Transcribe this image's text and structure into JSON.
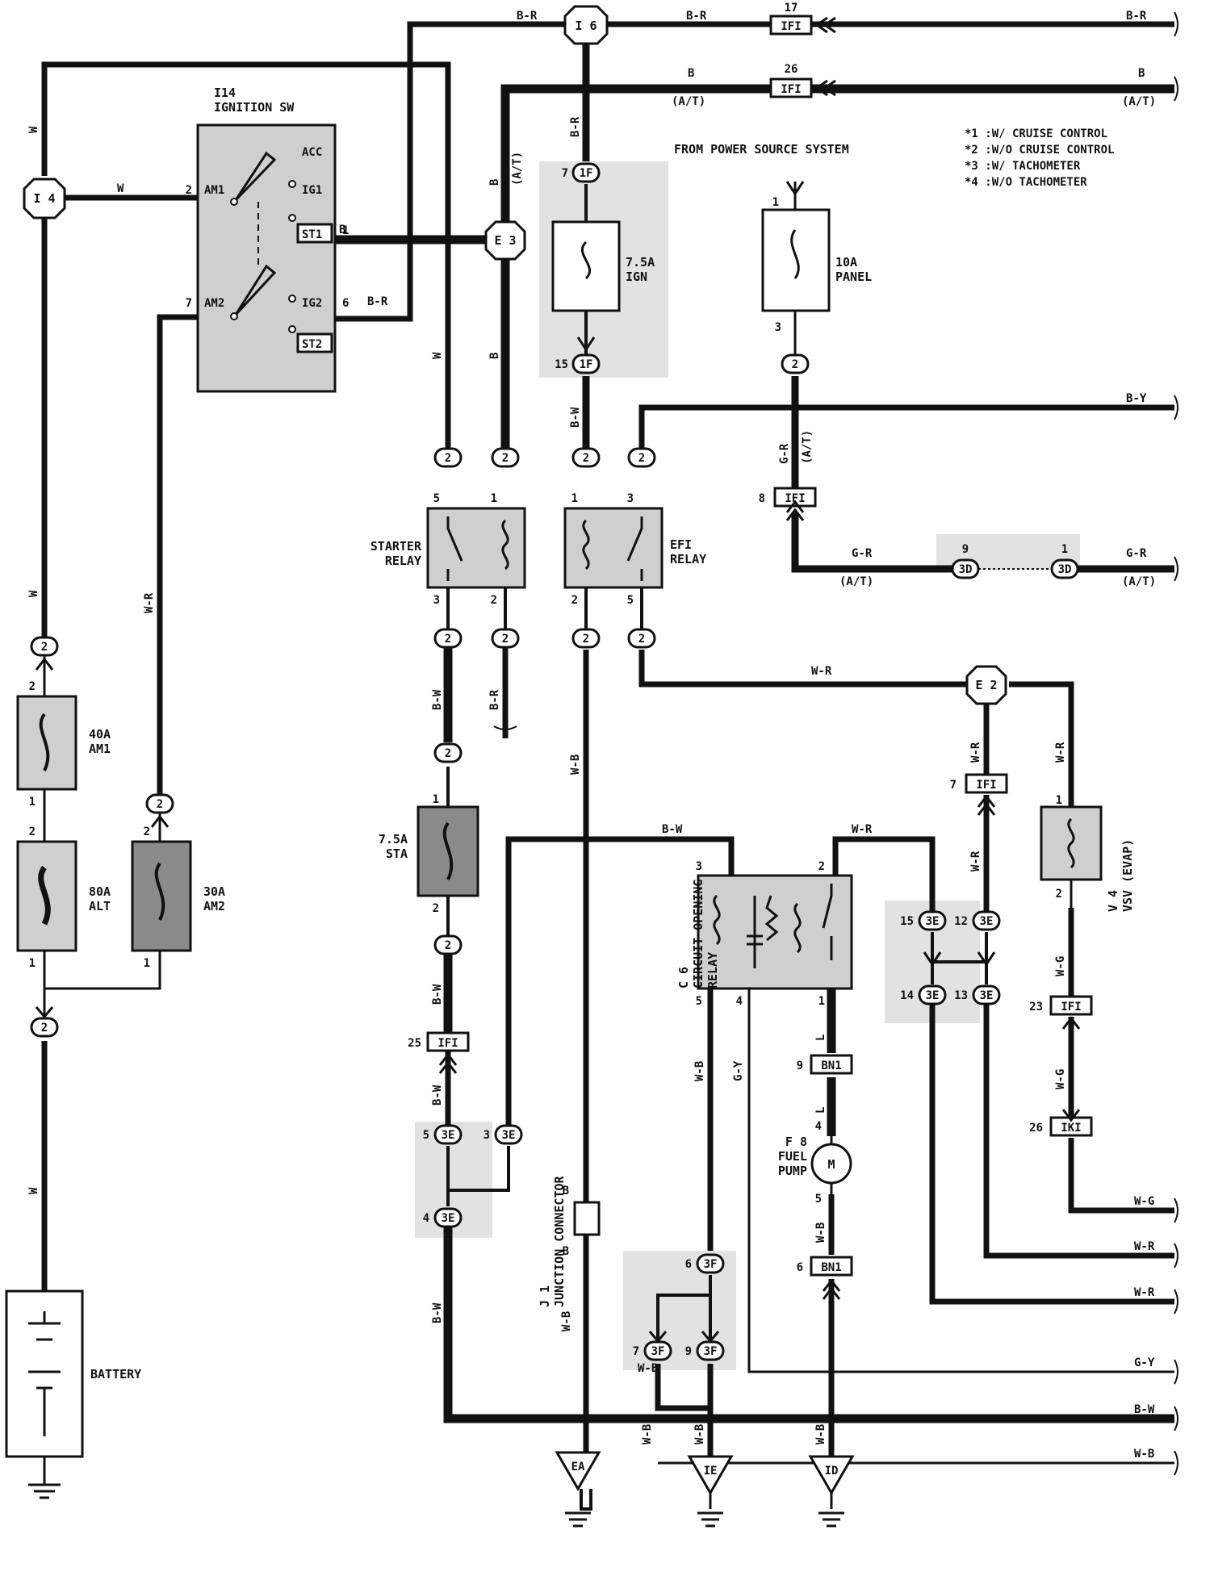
{
  "notes": [
    "*1 :W/ CRUISE CONTROL",
    "*2 :W/O CRUISE CONTROL",
    "*3 :W/ TACHOMETER",
    "*4 :W/O TACHOMETER"
  ],
  "power_source_text": "FROM POWER SOURCE SYSTEM",
  "components": {
    "ignition_sw_id": "I14",
    "ignition_sw_name": "IGNITION SW",
    "ign_terminals": [
      "ACC",
      "IG1",
      "ST1",
      "AM1",
      "AM2",
      "IG2",
      "ST2"
    ],
    "fuse_ign": [
      "7.5A",
      "IGN"
    ],
    "fuse_panel": [
      "10A",
      "PANEL"
    ],
    "fuse_am1": [
      "40A",
      "AM1"
    ],
    "fuse_alt": [
      "80A",
      "ALT"
    ],
    "fuse_am2": [
      "30A",
      "AM2"
    ],
    "fuse_sta": [
      "7.5A",
      "STA"
    ],
    "starter_relay": [
      "STARTER",
      "RELAY"
    ],
    "efi_relay": [
      "EFI",
      "RELAY"
    ],
    "circuit_opening_relay": [
      "C 6",
      "CIRCUIT OPENING",
      "RELAY"
    ],
    "fuel_pump": [
      "F 8",
      "FUEL",
      "PUMP"
    ],
    "vsv": [
      "V 4",
      "VSV (EVAP)"
    ],
    "junction_connector": [
      "J 1",
      "JUNCTION CONNECTOR"
    ],
    "battery": "BATTERY"
  },
  "junctions": {
    "i6": "I 6",
    "i4": "I 4",
    "e3": "E 3",
    "e2": "E 2"
  },
  "connector_codes": {
    "ifi": "IFI",
    "fuse_1f": "1F",
    "c2": "2",
    "c3e": "3E",
    "c3d": "3D",
    "c3f": "3F",
    "bn1": "BN1",
    "iki": "IKI",
    "junction_b": "B",
    "mark_one": "1"
  },
  "grounds": {
    "ea": "EA",
    "ie": "IE",
    "id": "ID"
  },
  "wire_colors": {
    "br": "B-R",
    "b": "B",
    "w": "W",
    "wr": "W-R",
    "bw": "B-W",
    "wb": "W-B",
    "by": "B-Y",
    "gr": "G-R",
    "wg": "W-G",
    "gy": "G-Y",
    "l": "L",
    "at": "(A/T)"
  },
  "pins": {
    "p1": "1",
    "p2": "2",
    "p3": "3",
    "p4": "4",
    "p5": "5",
    "p6": "6",
    "p7": "7",
    "p8": "8",
    "p9": "9",
    "p12": "12",
    "p13": "13",
    "p14": "14",
    "p15": "15",
    "p17": "17",
    "p23": "23",
    "p25": "25",
    "p26": "26"
  }
}
